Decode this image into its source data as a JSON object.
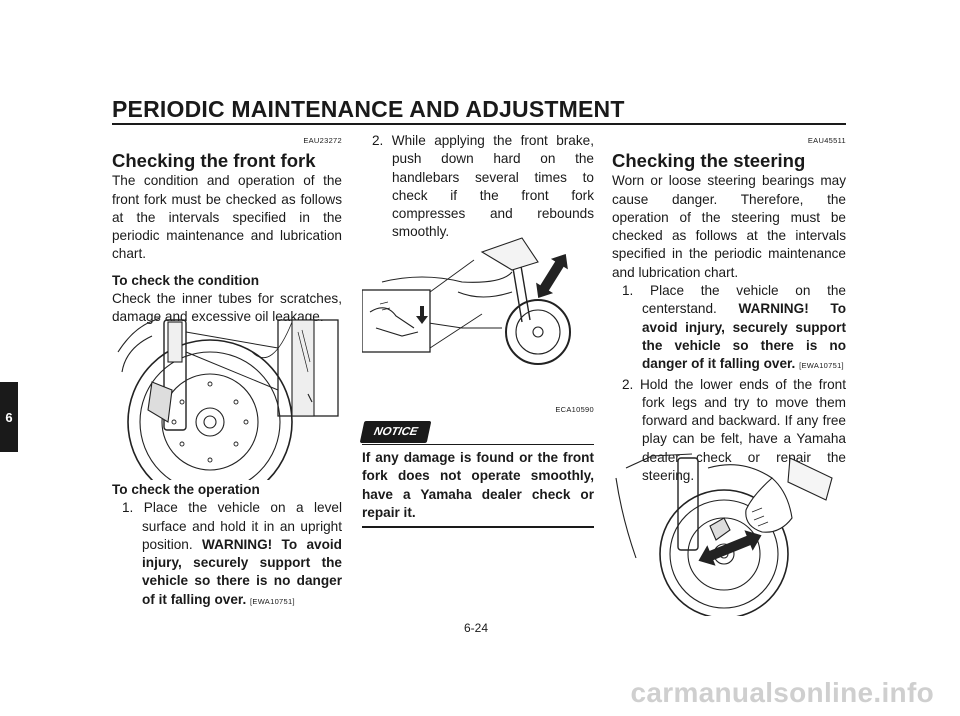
{
  "header": {
    "title": "PERIODIC MAINTENANCE AND ADJUSTMENT"
  },
  "chapter_tab": "6",
  "left": {
    "code": "EAU23272",
    "title": "Checking the front fork",
    "intro": "The condition and operation of the front fork must be checked as follows at the intervals specified in the periodic maintenance and lubrication chart.",
    "condition_heading": "To check the condition",
    "condition_text": "Check the inner tubes for scratches, damage and excessive oil leakage.",
    "operation_heading": "To check the operation",
    "step1_text": "1. Place the vehicle on a level surface and hold it in an upright position.",
    "step1_warning": "WARNING! To avoid injury, securely support the vehicle so there is no danger of it falling over.",
    "step1_code": "[EWA10751]"
  },
  "middle": {
    "step2_text": "2. While applying the front brake, push down hard on the handlebars several times to check if the front fork compresses and rebounds smoothly.",
    "figure_code": "ECA10590",
    "notice_label": "NOTICE",
    "notice_text": "If any damage is found or the front fork does not operate smoothly, have a Yamaha dealer check or repair it."
  },
  "right": {
    "code": "EAU45511",
    "title": "Checking the steering",
    "intro": "Worn or loose steering bearings may cause danger. Therefore, the operation of the steering must be checked as follows at the intervals specified in the periodic maintenance and lubrication chart.",
    "step1_text": "1. Place the vehicle on the centerstand.",
    "step1_warning": "WARNING! To avoid injury, securely support the vehicle so there is no danger of it falling over.",
    "step1_code": "[EWA10751]",
    "step2_text": "2. Hold the lower ends of the front fork legs and try to move them forward and backward. If any free play can be felt, have a Yamaha dealer check or repair the steering."
  },
  "footer": {
    "page_number": "6-24",
    "watermark": "carmanualsonline.info"
  }
}
